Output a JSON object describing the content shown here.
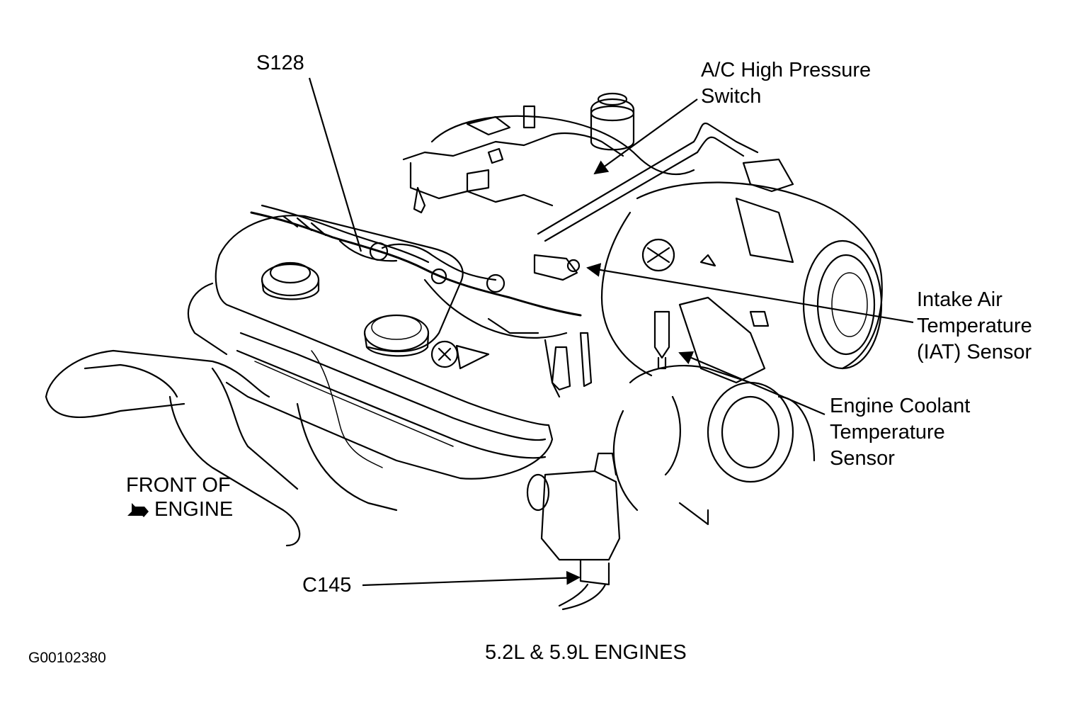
{
  "callouts": {
    "s128": "S128",
    "ac_switch": "A/C High Pressure\nSwitch",
    "iat_sensor": "Intake Air\nTemperature\n(IAT) Sensor",
    "ect_sensor": "Engine Coolant\nTemperature\nSensor",
    "c145": "C145"
  },
  "front_of_engine": {
    "line1": "FRONT OF",
    "line2": "ENGINE",
    "arrow_icon": "front-direction-arrow-icon"
  },
  "caption": "5.2L & 5.9L ENGINES",
  "figure_id": "G00102380",
  "colors": {
    "ink": "#000000",
    "paper": "#ffffff"
  }
}
